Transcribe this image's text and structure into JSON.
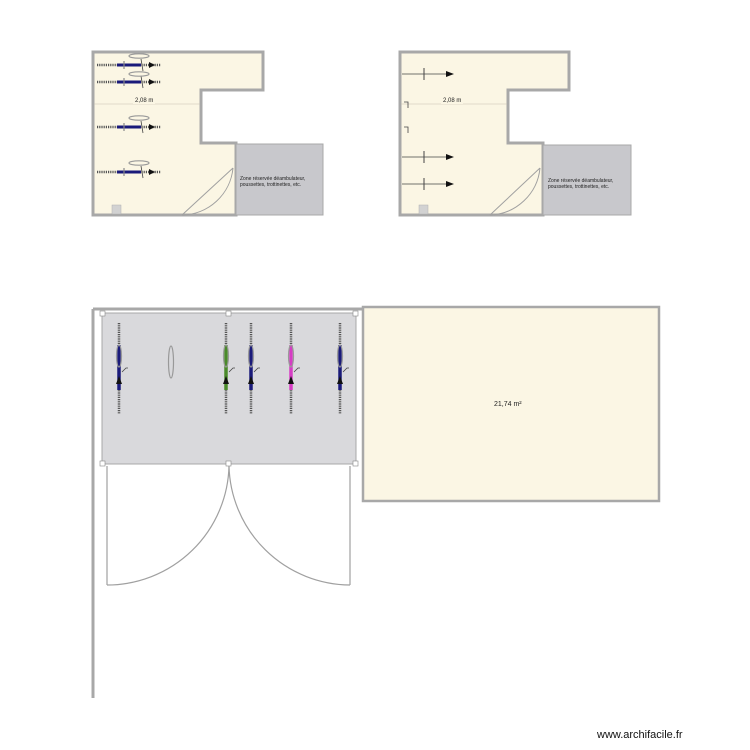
{
  "plan1": {
    "dimension": "2,08 m",
    "zone_label_line1": "Zone réservée déambulateur,",
    "zone_label_line2": "poussettes, trottinettes, etc.",
    "bike_color": "#1a1a7a"
  },
  "plan2": {
    "dimension": "2,08 m",
    "zone_label_line1": "Zone réservée déambulateur,",
    "zone_label_line2": "poussettes, trottinettes, etc."
  },
  "plan3": {
    "area_label": "21,74 m²",
    "bike_colors": [
      "#1a1a7a",
      "#4a8a2a",
      "#1a1a7a",
      "#d63cc4",
      "#1a1a7a"
    ]
  },
  "colors": {
    "floor": "#fbf6e4",
    "wall": "#a8a8a8",
    "zone_fill": "#c8c8cc",
    "bike_room_fill": "#d9d9dc",
    "door": "#a0a0a0"
  },
  "watermark": "www.archifacile.fr"
}
